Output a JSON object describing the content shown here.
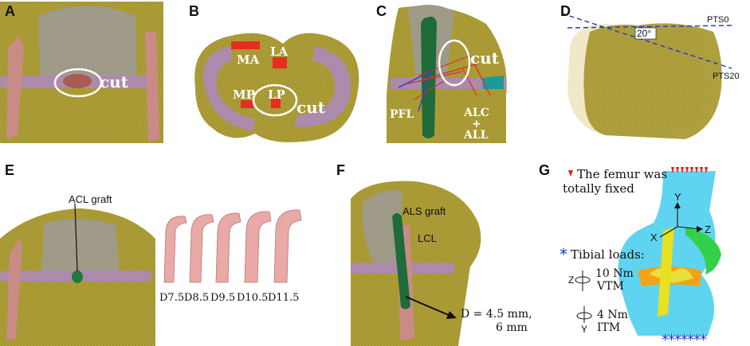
{
  "panels": {
    "A": {
      "label": "A",
      "cut": "cut"
    },
    "B": {
      "label": "B",
      "ma": "MA",
      "la": "LA",
      "mp": "MP",
      "lp": "LP",
      "cut": "cut"
    },
    "C": {
      "label": "C",
      "cut": "cut",
      "pfl": "PFL",
      "alc": "ALC",
      "plus": "+",
      "all": "ALL"
    },
    "D": {
      "label": "D",
      "pts0": "PTS0",
      "pts20": "PTS20",
      "angle": "20°"
    },
    "E": {
      "label": "E",
      "graft": "ACL graft",
      "sizes": [
        "D7.5",
        "D8.5",
        "D9.5",
        "D10.5",
        "D11.5"
      ]
    },
    "F": {
      "label": "F",
      "graft": "ALS graft",
      "lcl": "LCL",
      "diameter_line1": "D = 4.5 mm,",
      "diameter_line2": "6 mm"
    },
    "G": {
      "label": "G",
      "fixed_line1": "The femur was",
      "fixed_line2": "totally fixed",
      "axis_x": "X",
      "axis_y": "Y",
      "axis_z": "Z",
      "tibial_loads": "Tibial loads:",
      "vtm_value": "10 Nm",
      "vtm": "VTM",
      "itm_value": "4 Nm",
      "itm": "ITM",
      "z_axis": "Z",
      "y_axis": "Y"
    }
  },
  "colors": {
    "bone": "#b8a63a",
    "cartilage": "#a3a08a",
    "meniscus": "#a78da6",
    "ligament": "#1f6b3a",
    "graft_pink": "#e9a9a6",
    "tibia_cyan": "#5fd4f0",
    "fixed_red": "#e0201c",
    "load_blue": "#1a36c8",
    "guide_blue": "#2a3fc0"
  }
}
